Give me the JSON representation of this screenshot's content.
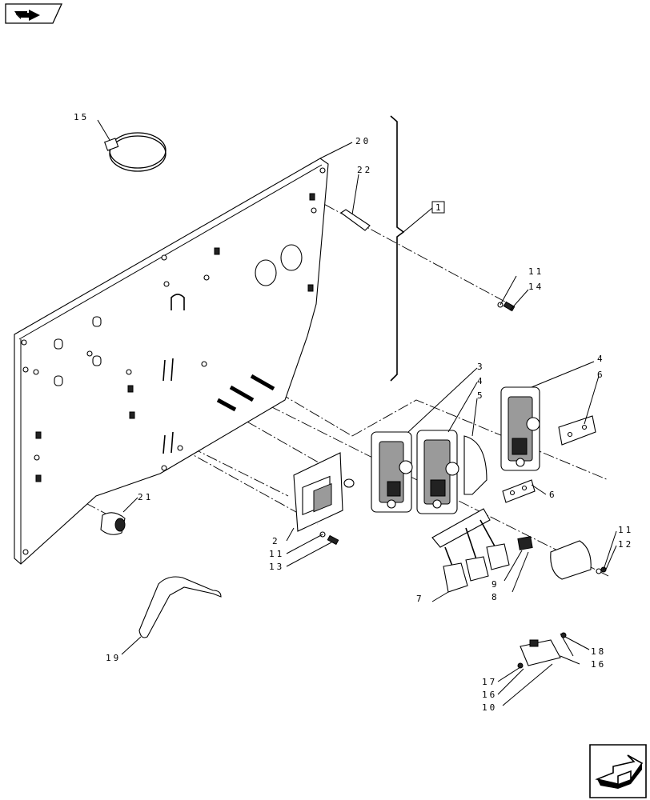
{
  "navigation": {
    "prev_icon": "back-arrow-icon",
    "next_icon": "forward-arrow-icon"
  },
  "callouts": [
    {
      "id": "c15",
      "label": "15"
    },
    {
      "id": "c20",
      "label": "20"
    },
    {
      "id": "c22",
      "label": "22"
    },
    {
      "id": "c1",
      "label": "1"
    },
    {
      "id": "c11a",
      "label": "11"
    },
    {
      "id": "c14",
      "label": "14"
    },
    {
      "id": "c3",
      "label": "3"
    },
    {
      "id": "c4a",
      "label": "4"
    },
    {
      "id": "c4b",
      "label": "4"
    },
    {
      "id": "c5",
      "label": "5"
    },
    {
      "id": "c6a",
      "label": "6"
    },
    {
      "id": "c6b",
      "label": "6"
    },
    {
      "id": "c21",
      "label": "21"
    },
    {
      "id": "c2",
      "label": "2"
    },
    {
      "id": "c11b",
      "label": "11"
    },
    {
      "id": "c13",
      "label": "13"
    },
    {
      "id": "c11c",
      "label": "11"
    },
    {
      "id": "c12",
      "label": "12"
    },
    {
      "id": "c9",
      "label": "9"
    },
    {
      "id": "c8",
      "label": "8"
    },
    {
      "id": "c7",
      "label": "7"
    },
    {
      "id": "c19",
      "label": "19"
    },
    {
      "id": "c18",
      "label": "18"
    },
    {
      "id": "c16a",
      "label": "16"
    },
    {
      "id": "c17",
      "label": "17"
    },
    {
      "id": "c16b",
      "label": "16"
    },
    {
      "id": "c10",
      "label": "10"
    }
  ]
}
